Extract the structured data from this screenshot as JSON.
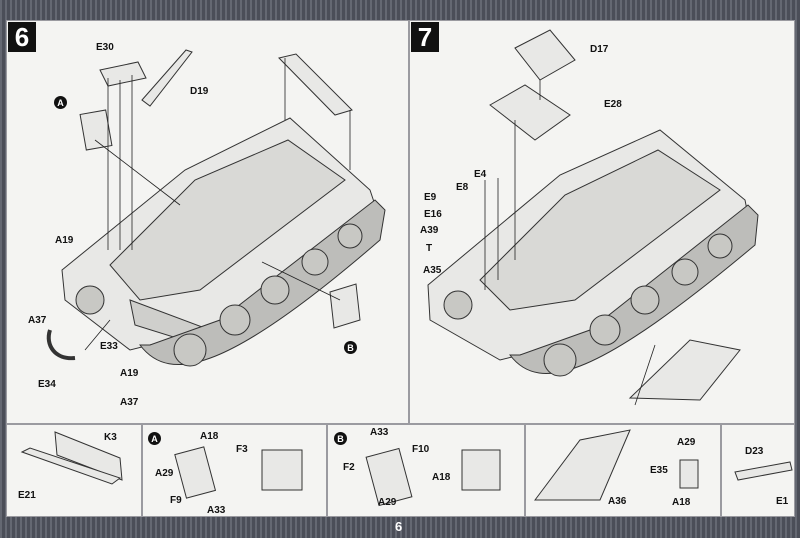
{
  "page_number": "6",
  "steps": [
    {
      "number": "6",
      "labels": [
        "E30",
        "D19",
        "A19",
        "A37",
        "E33",
        "E34",
        "A19",
        "A37"
      ],
      "callouts": [
        "A",
        "B"
      ]
    },
    {
      "number": "7",
      "labels": [
        "D17",
        "E28",
        "E4",
        "E8",
        "E9",
        "E16",
        "A39",
        "T",
        "A35"
      ]
    }
  ],
  "subpanels": {
    "k3": {
      "labels": [
        "K3",
        "E21"
      ]
    },
    "a": {
      "callout": "A",
      "labels": [
        "A18",
        "F3",
        "A29",
        "F9",
        "A33"
      ]
    },
    "b": {
      "callout": "B",
      "labels": [
        "A33",
        "F10",
        "F2",
        "A18",
        "A29"
      ]
    },
    "e35": {
      "labels": [
        "A29",
        "E35",
        "A36",
        "A18"
      ]
    },
    "d23": {
      "labels": [
        "D23",
        "E1"
      ]
    }
  }
}
